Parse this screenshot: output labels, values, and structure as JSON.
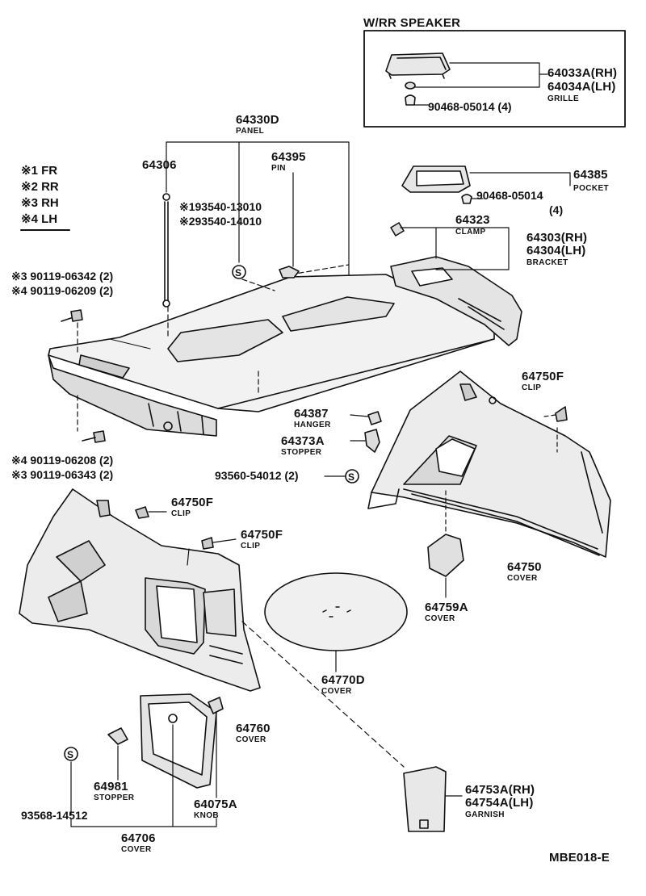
{
  "speaker_box": {
    "title": "W/RR SPEAKER",
    "grille_rh": "64033A(RH)",
    "grille_lh": "64034A(LH)",
    "grille_name": "GRILLE",
    "screw": "90468-05014 (4)"
  },
  "legend": [
    {
      "mark": "※1",
      "text": "FR"
    },
    {
      "mark": "※2",
      "text": "RR"
    },
    {
      "mark": "※3",
      "text": "RH"
    },
    {
      "mark": "※4",
      "text": "LH"
    }
  ],
  "parts": {
    "panel_no": "64330D",
    "panel_name": "PANEL",
    "antenna_no": "64306",
    "pin_no": "64395",
    "pin_name": "PIN",
    "pin_alt1": "※193540-13010",
    "pin_alt2": "※293540-14010",
    "pocket_no": "64385",
    "pocket_name": "POCKET",
    "pocket_screw": "90468-05014",
    "pocket_screw_qty": "(4)",
    "clamp_no": "64323",
    "clamp_name": "CLAMP",
    "bracket_rh": "64303(RH)",
    "bracket_lh": "64304(LH)",
    "bracket_name": "BRACKET",
    "bolt_a": "※3 90119-06342 (2)",
    "bolt_b": "※4 90119-06209 (2)",
    "bolt_c": "※4 90119-06208 (2)",
    "bolt_d": "※3 90119-06343 (2)",
    "hanger_no": "64387",
    "hanger_name": "HANGER",
    "stopper_no": "64373A",
    "stopper_name": "STOPPER",
    "screw_s": "93560-54012 (2)",
    "clip_r_no": "64750F",
    "clip_r_name": "CLIP",
    "clip_l1_no": "64750F",
    "clip_l1_name": "CLIP",
    "clip_l2_no": "64750F",
    "clip_l2_name": "CLIP",
    "cover_r_no": "64750",
    "cover_r_name": "COVER",
    "cover_759_no": "64759A",
    "cover_759_name": "COVER",
    "cover_spare_no": "64770D",
    "cover_spare_name": "COVER",
    "cover_l_no": "64760",
    "cover_l_name": "COVER",
    "garnish_rh": "64753A(RH)",
    "garnish_lh": "64754A(LH)",
    "garnish_name": "GARNISH",
    "stopper2_no": "64981",
    "stopper2_name": "STOPPER",
    "knob_no": "64075A",
    "knob_name": "KNOB",
    "screw2": "93568-14512",
    "cover_706_no": "64706",
    "cover_706_name": "COVER"
  },
  "footer_code": "MBE018-E"
}
